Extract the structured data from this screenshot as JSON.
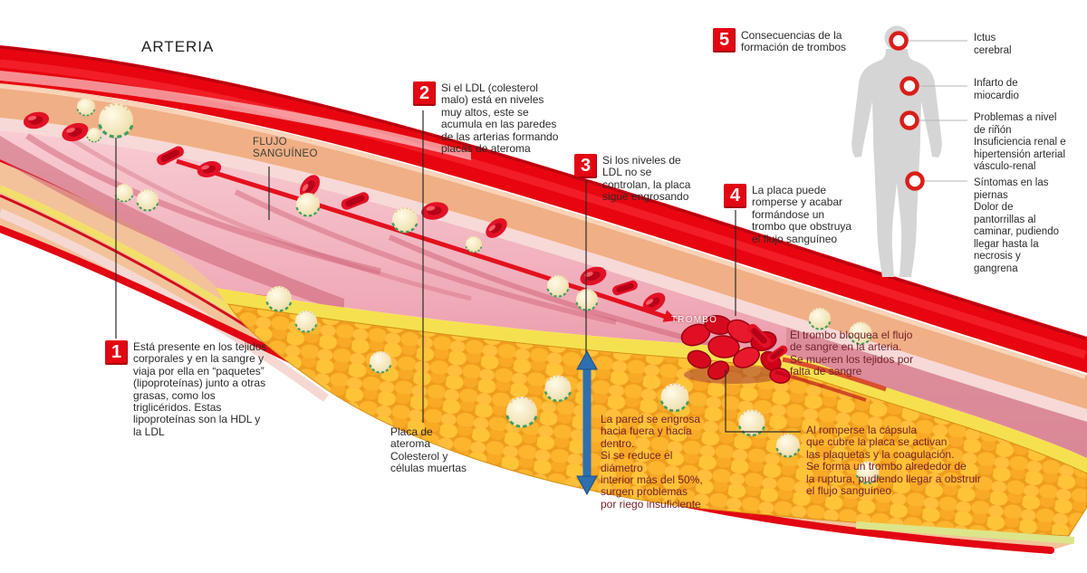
{
  "title": "ARTERIA",
  "flow_label": "FLUJO\nSANGUÍNEO",
  "steps": [
    {
      "num": "1",
      "text": "Está presente en los tejidos\ncorporales y en la sangre y\nviaja por ella en “paquetes”\n(lipoproteínas) junto a otras\ngrasas, como los\ntriglicéridos. Estas\nlipoproteínas son la HDL y\nla LDL"
    },
    {
      "num": "2",
      "text": "Si el LDL (colesterol\nmalo) está en niveles\nmuy altos, este se\nacumula en las paredes\nde las arterias formando\nplacas de ateroma"
    },
    {
      "num": "3",
      "text": "Si los niveles de\nLDL no se\ncontrolan, la placa\nsigue engrosando"
    },
    {
      "num": "4",
      "text": "La placa puede\nromperse y acabar\nformándose un\ntrombo que obstruya\nel flujo sanguíneo"
    },
    {
      "num": "5",
      "text": "Consecuencias de la\nformación de trombos"
    }
  ],
  "annotations": {
    "trombo_label": "TROMBO",
    "placa": "Placa de\nateroma\nColesterol y\ncélulas muertas",
    "trombo_block": "El trombo bloquea el flujo\nde sangre en la arteria.\nSe mueren los tejidos por\nfalta de sangre",
    "pared": "La pared se engrosa\nhacia fuera y hacia\ndentro.\nSi se reduce el\ndiámetro\ninterior más del 50%,\nsurgen problemas\npor riego insuficiente",
    "ruptura": "Al romperse la cápsula\nque cubre la placa se activan\nlas plaquetas y la coagulación.\nSe forma un trombo alrededor de\nla ruptura, pudiendo llegar a obstruir\nel flujo sanguíneo"
  },
  "consequences": [
    {
      "label": "Ictus\ncerebral"
    },
    {
      "label": "Infarto de\nmiocardio"
    },
    {
      "label": "Problemas a nivel\nde riñón\nInsuficiencia renal e\nhipertensión arterial\nvásculo-renal"
    },
    {
      "label": "Síntomas en las\npiernas\nDolor de\npantorrillas al\ncaminar, pudiendo\nllegar hasta la\nnecrosis y\ngangrena"
    }
  ],
  "colors": {
    "accent_red": "#e30613",
    "artery_red": "#e8050f",
    "wall_peach": "#f0af85",
    "lumen_pink": "#eeaab6",
    "plaque_yellow": "#f5e14f",
    "plaque_orange": "#f7a823",
    "maroon_text": "#74212a",
    "body_gray": "#d5d5d5",
    "arrow_blue": "#2e6fb0"
  }
}
